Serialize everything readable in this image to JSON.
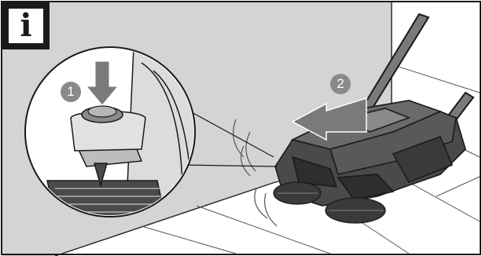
{
  "info_badge": {
    "glyph": "i",
    "icon": "info-icon"
  },
  "steps": [
    {
      "number": "1",
      "meaning": "press"
    },
    {
      "number": "2",
      "meaning": "push-direction"
    }
  ],
  "colors": {
    "wall": "#d4d4d4",
    "floor": "#ffffff",
    "badge": "#1a1a1a",
    "step_circle": "#8a8a8a",
    "machine_dark": "#4a4a4a",
    "arrow_gray": "#7a7a7a"
  }
}
